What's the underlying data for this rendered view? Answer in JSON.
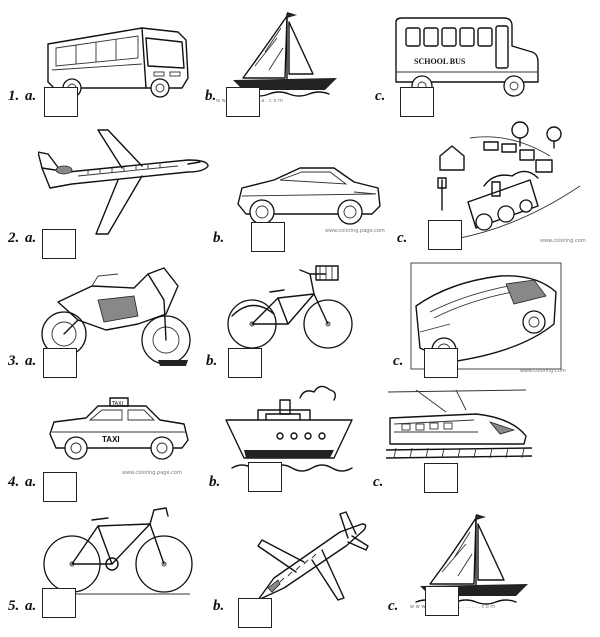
{
  "rows": [
    {
      "num": "1.",
      "labels": [
        "a.",
        "b.",
        "c."
      ]
    },
    {
      "num": "2.",
      "labels": [
        "a.",
        "b.",
        "c."
      ]
    },
    {
      "num": "3.",
      "labels": [
        "a.",
        "b.",
        "c."
      ]
    },
    {
      "num": "4.",
      "labels": [
        "a.",
        "b.",
        "c."
      ]
    },
    {
      "num": "5.",
      "labels": [
        "a.",
        "b.",
        "c."
      ]
    }
  ],
  "pictures": [
    {
      "row": 1,
      "col": "a",
      "icon": "bus-icon"
    },
    {
      "row": 1,
      "col": "b",
      "icon": "sailboat-icon"
    },
    {
      "row": 1,
      "col": "c",
      "icon": "school-bus-icon",
      "text": "SCHOOL BUS"
    },
    {
      "row": 2,
      "col": "a",
      "icon": "jet-airplane-icon"
    },
    {
      "row": 2,
      "col": "b",
      "icon": "sports-car-icon"
    },
    {
      "row": 2,
      "col": "c",
      "icon": "steam-train-icon"
    },
    {
      "row": 3,
      "col": "a",
      "icon": "motorcycle-icon"
    },
    {
      "row": 3,
      "col": "b",
      "icon": "city-bicycle-icon"
    },
    {
      "row": 3,
      "col": "c",
      "icon": "race-car-icon"
    },
    {
      "row": 4,
      "col": "a",
      "icon": "taxi-icon",
      "text": "TAXI"
    },
    {
      "row": 4,
      "col": "b",
      "icon": "ship-icon"
    },
    {
      "row": 4,
      "col": "c",
      "icon": "high-speed-train-icon"
    },
    {
      "row": 5,
      "col": "a",
      "icon": "bicycle-icon"
    },
    {
      "row": 5,
      "col": "b",
      "icon": "small-plane-icon"
    },
    {
      "row": 5,
      "col": "c",
      "icon": "sailboat-icon"
    }
  ]
}
